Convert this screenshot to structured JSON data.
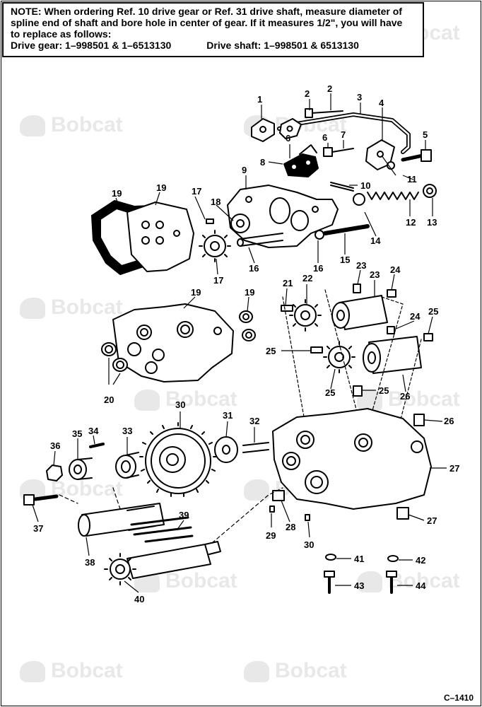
{
  "note": {
    "lines": [
      "NOTE: When ordering Ref. 10 drive gear or Ref. 31 drive shaft, measure diameter of",
      "spline end of shaft and bore hole in center of gear.  If it measures 1/2\", you will have",
      "to replace as follows:"
    ],
    "drive_gear": "Drive gear:  1–998501 & 1–6513130",
    "drive_shaft": "Drive shaft:  1–998501 & 6513130"
  },
  "watermark_text": "Bobcat",
  "figure_code": "C–1410",
  "colors": {
    "line": "#000000",
    "watermark": "#e8e8e8",
    "background": "#ffffff"
  },
  "part_labels": [
    "1",
    "2",
    "2",
    "3",
    "4",
    "5",
    "6",
    "6",
    "7",
    "8",
    "9",
    "10",
    "11",
    "12",
    "13",
    "14",
    "15",
    "16",
    "16",
    "17",
    "17",
    "18",
    "19",
    "19",
    "19",
    "19",
    "20",
    "21",
    "22",
    "23",
    "23",
    "24",
    "24",
    "25",
    "25",
    "25",
    "25",
    "26",
    "26",
    "27",
    "27",
    "28",
    "29",
    "30",
    "30",
    "31",
    "32",
    "33",
    "34",
    "35",
    "36",
    "37",
    "38",
    "39",
    "40",
    "41",
    "42",
    "43",
    "44"
  ]
}
